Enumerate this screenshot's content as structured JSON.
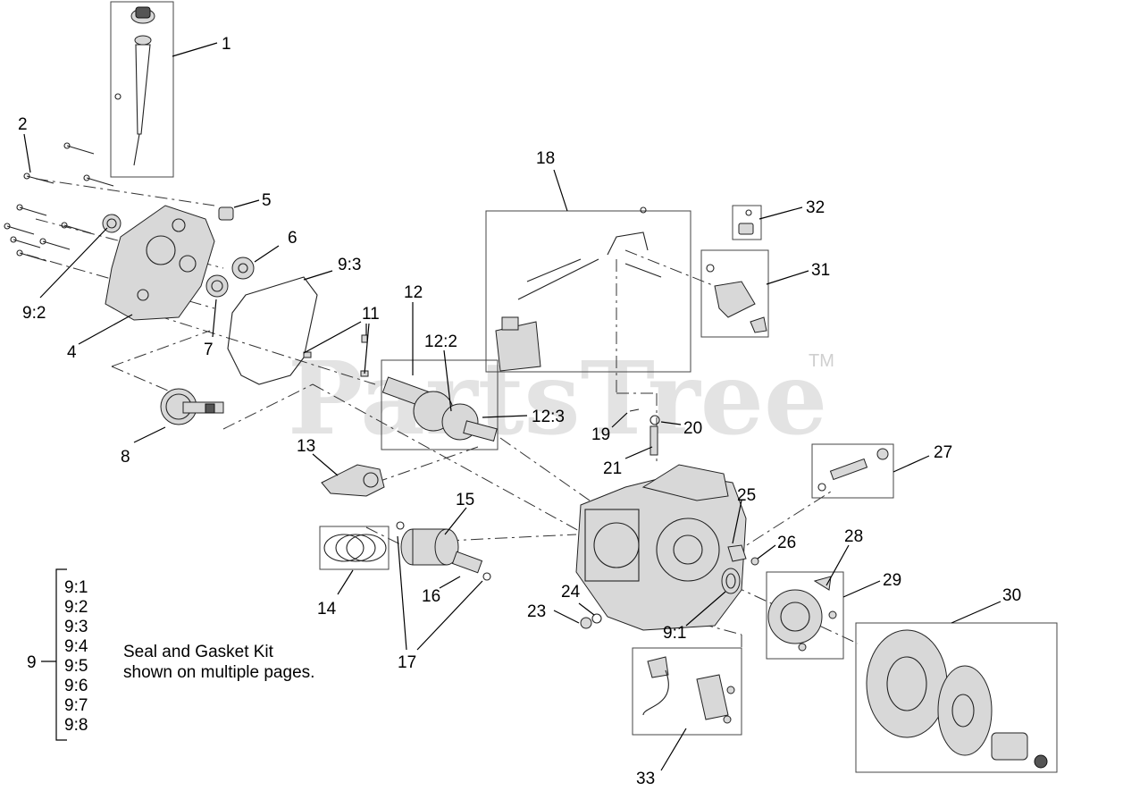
{
  "watermark": {
    "text": "PartsTree",
    "trademark": "TM"
  },
  "callouts": {
    "c1": "1",
    "c2": "2",
    "c4": "4",
    "c5": "5",
    "c6": "6",
    "c7": "7",
    "c8": "8",
    "c9_2": "9:2",
    "c9_3": "9:3",
    "c11": "11",
    "c12": "12",
    "c12_2": "12:2",
    "c12_3": "12:3",
    "c13": "13",
    "c14": "14",
    "c15": "15",
    "c16": "16",
    "c17": "17",
    "c18": "18",
    "c19": "19",
    "c20": "20",
    "c21": "21",
    "c23": "23",
    "c24": "24",
    "c25": "25",
    "c26": "26",
    "c27": "27",
    "c28": "28",
    "c29": "29",
    "c30": "30",
    "c31": "31",
    "c32": "32",
    "c33": "33",
    "c9_1": "9:1"
  },
  "kit": {
    "group": "9",
    "items": [
      "9:1",
      "9:2",
      "9:3",
      "9:4",
      "9:5",
      "9:6",
      "9:7",
      "9:8"
    ],
    "note_line1": "Seal and Gasket Kit",
    "note_line2": "shown on multiple pages."
  }
}
